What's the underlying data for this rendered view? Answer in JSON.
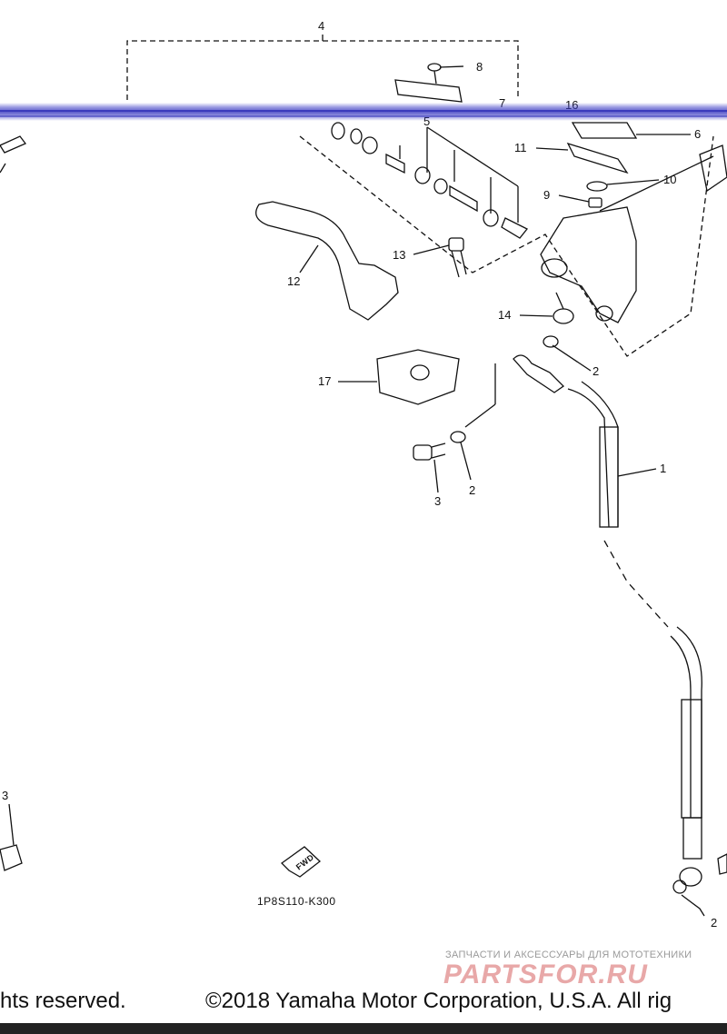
{
  "diagram": {
    "assembly_label": "4",
    "callouts": {
      "p1": "1",
      "p2a": "2",
      "p2b": "2",
      "p2c": "2",
      "p3a": "3",
      "p3b": "3",
      "p5": "5",
      "p6": "6",
      "p7": "7",
      "p8": "8",
      "p9": "9",
      "p10": "10",
      "p11": "11",
      "p12": "12",
      "p13": "13",
      "p14": "14",
      "p16": "16",
      "p17": "17"
    },
    "fwd_label": "FWD",
    "drawing_code": "1P8S110-K300"
  },
  "watermark": {
    "tagline": "ЗАПЧАСТИ И АКСЕССУАРЫ ДЛЯ МОТОТЕХНИКИ",
    "brand": "PARTSFOR.RU"
  },
  "footer": {
    "left_text": "hts reserved.",
    "right_text": "©2018 Yamaha Motor Corporation, U.S.A. All rig"
  },
  "colors": {
    "line": "#111111",
    "scan_band": "#3030b8",
    "watermark_brand": "#e8a8a8"
  }
}
